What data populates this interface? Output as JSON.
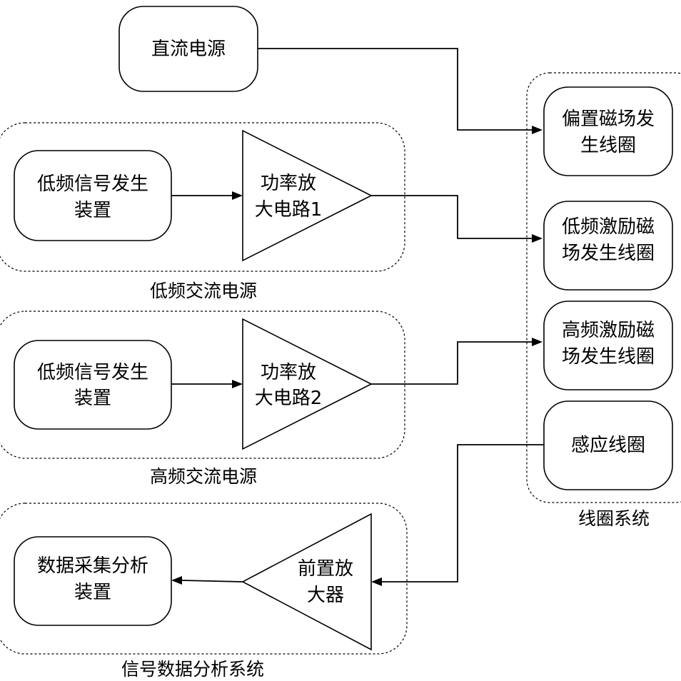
{
  "blocks": {
    "dc_source": [
      "直流电源"
    ],
    "lf_signal_generator": [
      "低频信号发生",
      "装置"
    ],
    "power_amp_1": [
      "功率放",
      "大电路1"
    ],
    "hf_signal_generator": [
      "低频信号发生",
      "装置"
    ],
    "power_amp_2": [
      "功率放",
      "大电路2"
    ],
    "data_acquisition": [
      "数据采集分析",
      "装置"
    ],
    "preamplifier": [
      "前置放",
      "大器"
    ],
    "bias_coil": [
      "偏置磁场发",
      "生线圈"
    ],
    "lf_excitation_coil": [
      "低频激励磁",
      "场发生线圈"
    ],
    "hf_excitation_coil": [
      "高频激励磁",
      "场发生线圈"
    ],
    "induction_coil": [
      "感应线圈"
    ]
  },
  "groups": {
    "lf_ac_source": "低频交流电源",
    "hf_ac_source": "高频交流电源",
    "signal_analysis_system": "信号数据分析系统",
    "coil_system": "线圈系统"
  }
}
